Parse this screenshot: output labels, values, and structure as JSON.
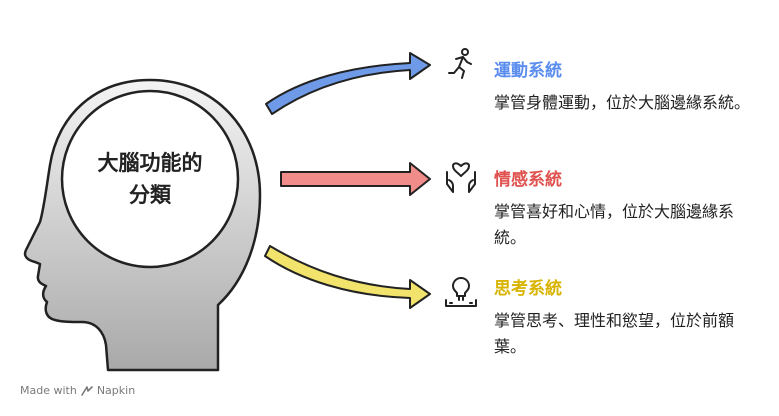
{
  "center": {
    "title": "大腦功能的\n分類"
  },
  "systems": [
    {
      "title": "運動系統",
      "description": "掌管身體運動，位於大腦邊緣系統。",
      "color": "#5b8def",
      "arrow_color": "#6e9ae8",
      "icon": "running-person-icon"
    },
    {
      "title": "情感系統",
      "description": "掌管喜好和心情，位於大腦邊緣系統。",
      "color": "#e0524f",
      "arrow_color": "#f08c8a",
      "icon": "heart-hands-icon"
    },
    {
      "title": "思考系統",
      "description": "掌管思考、理性和慾望，位於前額葉。",
      "color": "#d8b400",
      "arrow_color": "#f2e36c",
      "icon": "lightbulb-idea-icon"
    }
  ],
  "watermark": {
    "text": "Made with",
    "brand": "Napkin"
  },
  "colors": {
    "head_fill_top": "#f2f2f2",
    "head_fill_bottom": "#a8a8a8",
    "outline": "#222222"
  }
}
